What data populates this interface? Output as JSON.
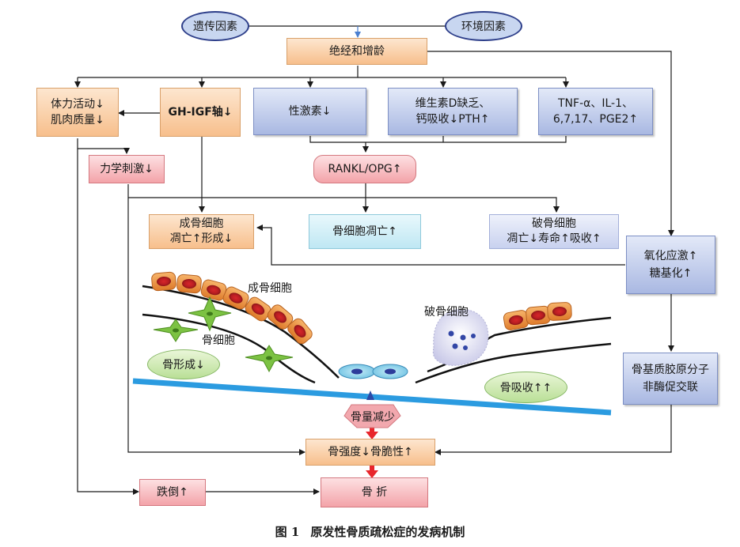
{
  "nodes": {
    "genetic": "遗传因素",
    "environment": "环境因素",
    "menopause_aging": "绝经和增龄",
    "physical_activity": "体力活动↓\n肌肉质量↓",
    "gh_igf": "GH-IGF轴↓",
    "sex_hormone": "性激素↓",
    "vitamin_d": "维生素D缺乏、\n钙吸收↓PTH↑",
    "cytokines": "TNF-α、IL-1、\n6,7,17、PGE2↑",
    "mechanical": "力学刺激↓",
    "rankl_opg": "RANKL/OPG↑",
    "osteoblast_box": "成骨细胞\n凋亡↑形成↓",
    "osteocyte_box": "骨细胞凋亡↑",
    "osteoclast_box": "破骨细胞\n凋亡↓寿命↑吸收↑",
    "oxidative": "氧化应激↑\n糖基化↑",
    "collagen": "骨基质胶原分子\n非酶促交联",
    "strength": "骨强度↓骨脆性↑",
    "falls": "跌倒↑",
    "fracture": "骨 折"
  },
  "illustration": {
    "osteoblast_label": "成骨细胞",
    "osteocyte_label": "骨细胞",
    "osteoclast_label": "破骨细胞",
    "formation": "骨形成↓",
    "resorption": "骨吸收↑↑",
    "bone_loss": "骨量减少"
  },
  "caption": {
    "number": "图 1",
    "title": "原发性骨质疏松症的发病机制"
  },
  "colors": {
    "connector": "#1a1a1a",
    "bone_line": "#2b9be0",
    "red_arrow": "#e8262c",
    "oval_border": "#2e3f8a"
  }
}
